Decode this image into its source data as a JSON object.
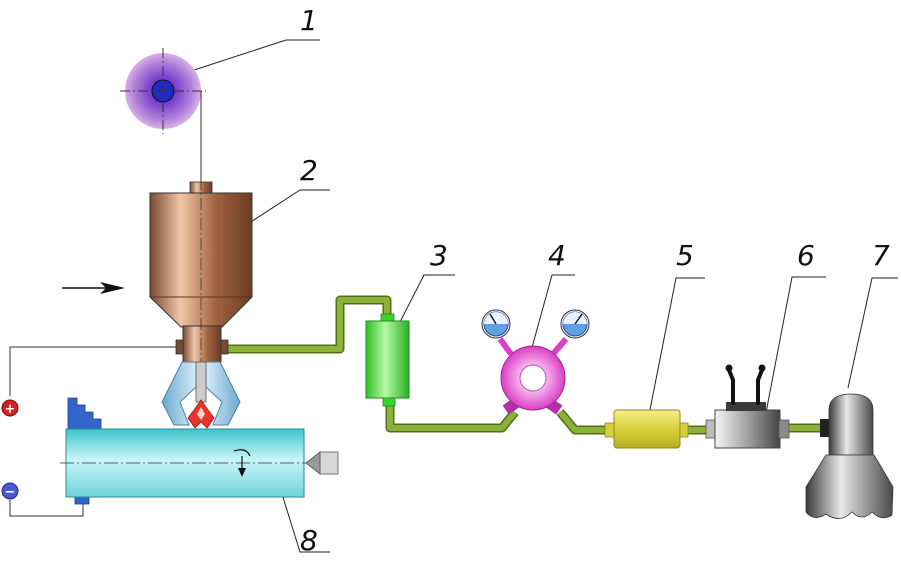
{
  "callouts": {
    "c1": "1",
    "c2": "2",
    "c3": "3",
    "c4": "4",
    "c5": "5",
    "c6": "6",
    "c7": "7",
    "c8": "8"
  },
  "terminals": {
    "positive": "+",
    "negative": "−"
  },
  "colors": {
    "pipe": "#8ab13a",
    "pipe_dark": "#556f16",
    "hopper": "#a86a4c",
    "filter_green": "#35d62c",
    "reducer_magenta": "#e44fd3",
    "regulator_yellow": "#e2d645",
    "valve_gray": "#9a9a9a",
    "cylinder_gray": "#777777",
    "workpiece_cyan": "#7fdbe1",
    "chuck_blue": "#3366cc",
    "terminal_red": "#d81f26",
    "terminal_blue": "#4a5bd1"
  },
  "icons": [
    "flow-arrow-icon",
    "rotation-arrow-icon",
    "gauge-icon",
    "lever-icon"
  ]
}
